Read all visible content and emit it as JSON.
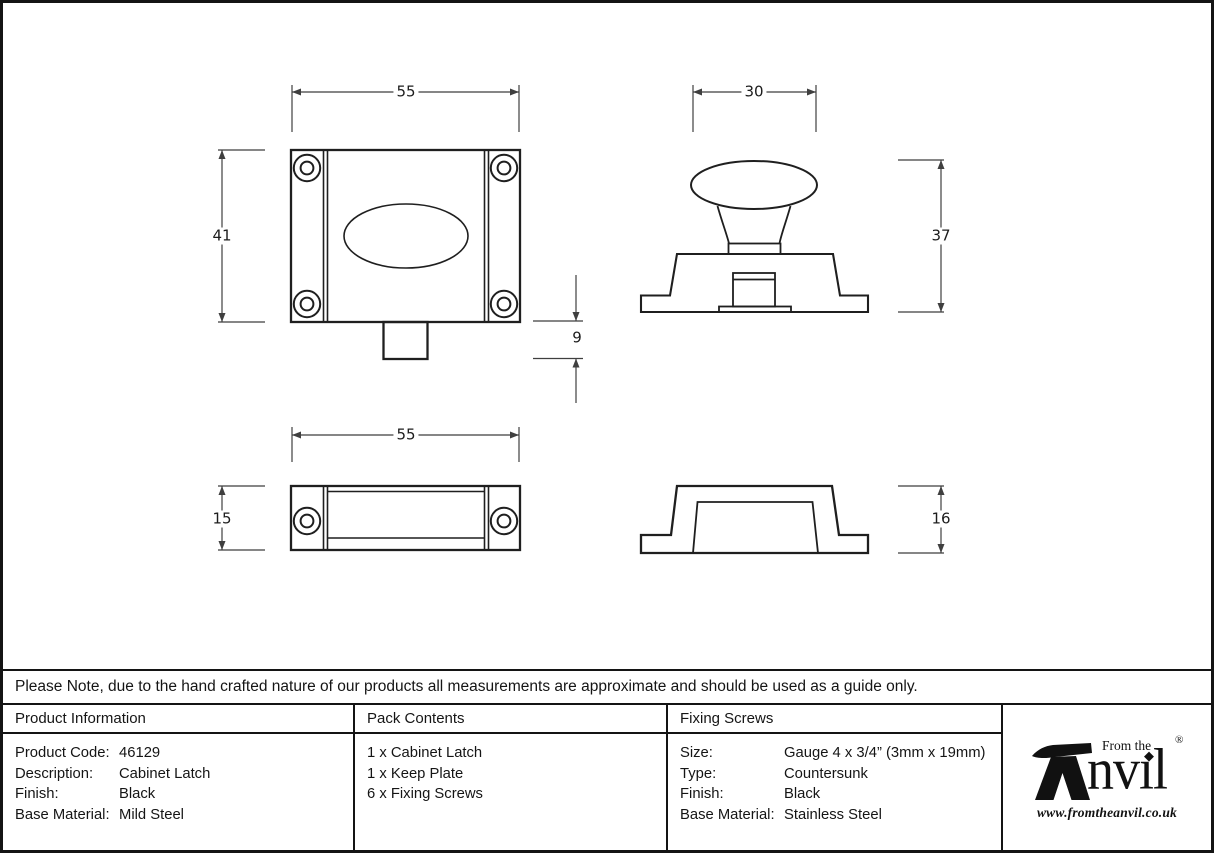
{
  "colors": {
    "line": "#1f1f1f",
    "dim_line": "#3f3f3f",
    "border": "#141414",
    "background": "#ffffff"
  },
  "drawing": {
    "dimensions": {
      "latch_width": "55",
      "latch_height": "41",
      "bolt_projection": "9",
      "knob_width": "30",
      "latch_side_height": "37",
      "keep_width": "55",
      "keep_height": "15",
      "keep_side_height": "16"
    }
  },
  "note": {
    "text": "Please Note, due to the hand crafted nature of our products all measurements are approximate and should be used as a guide only."
  },
  "table": {
    "product_information": {
      "header": "Product Information",
      "rows": [
        {
          "label": "Product Code:",
          "value": "46129"
        },
        {
          "label": "Description:",
          "value": "Cabinet Latch"
        },
        {
          "label": "Finish:",
          "value": "Black"
        },
        {
          "label": "Base Material:",
          "value": "Mild Steel"
        }
      ]
    },
    "pack_contents": {
      "header": "Pack Contents",
      "items": [
        "1 x Cabinet Latch",
        "1 x Keep Plate",
        "6 x Fixing Screws"
      ]
    },
    "fixing_screws": {
      "header": "Fixing Screws",
      "rows": [
        {
          "label": "Size:",
          "value": "Gauge 4 x 3/4” (3mm x 19mm)"
        },
        {
          "label": "Type:",
          "value": "Countersunk"
        },
        {
          "label": "Finish:",
          "value": "Black"
        },
        {
          "label": "Base Material:",
          "value": "Stainless Steel"
        }
      ]
    }
  },
  "logo": {
    "tagline": "From the",
    "brand_seg1": "nv",
    "tittle": "◆",
    "brand_seg2": "ıl",
    "registered": "®",
    "url": "www.fromtheanvil.co.uk"
  }
}
